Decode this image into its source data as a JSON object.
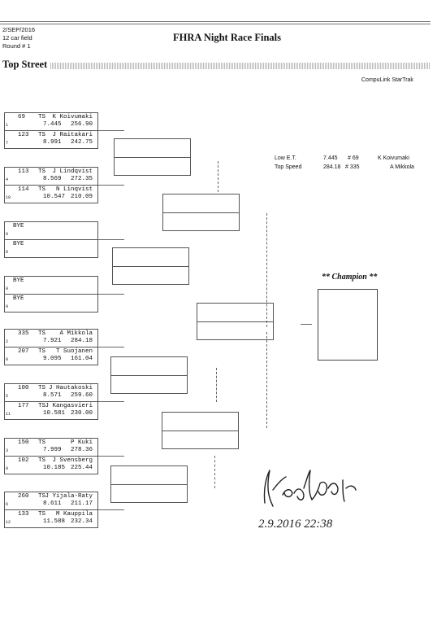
{
  "header": {
    "date": "2/SEP/2016",
    "field": "12 car field",
    "round": "Round # 1",
    "title": "FHRA Night Race Finals",
    "class_name": "Top Street",
    "system": "CompuLink StarTrak"
  },
  "pairs": [
    {
      "top": {
        "num": "69",
        "cls": "TS",
        "driver": "K Koivumaki",
        "et": "7.445",
        "mph": "256.90",
        "seed": "1"
      },
      "bot": {
        "num": "123",
        "cls": "TS",
        "driver": "J Raitakari",
        "et": "8.991",
        "mph": "242.75",
        "seed": "7"
      }
    },
    {
      "top": {
        "num": "113",
        "cls": "TS",
        "driver": "J Lindqvist",
        "et": "8.569",
        "mph": "272.35",
        "seed": "4"
      },
      "bot": {
        "num": "114",
        "cls": "TS",
        "driver": "N Linqvist",
        "et": "10.547",
        "mph": "210.09",
        "seed": "10"
      }
    },
    {
      "top": {
        "num": "BYE",
        "cls": "",
        "driver": "",
        "et": "",
        "mph": "",
        "seed": "0"
      },
      "bot": {
        "num": "BYE",
        "cls": "",
        "driver": "",
        "et": "",
        "mph": "",
        "seed": "0"
      }
    },
    {
      "top": {
        "num": "BYE",
        "cls": "",
        "driver": "",
        "et": "",
        "mph": "",
        "seed": "0"
      },
      "bot": {
        "num": "BYE",
        "cls": "",
        "driver": "",
        "et": "",
        "mph": "",
        "seed": "0"
      }
    },
    {
      "top": {
        "num": "335",
        "cls": "TS",
        "driver": "A Mikkola",
        "et": "7.921",
        "mph": "284.18",
        "seed": "2"
      },
      "bot": {
        "num": "207",
        "cls": "TS",
        "driver": "T Suojanen",
        "et": "9.095",
        "mph": "161.04",
        "seed": "8"
      }
    },
    {
      "top": {
        "num": "100",
        "cls": "TS",
        "driver": "J Hautakoski",
        "et": "8.571",
        "mph": "259.60",
        "seed": "5"
      },
      "bot": {
        "num": "177",
        "cls": "TS",
        "driver": "J Kangasvieri",
        "et": "10.581",
        "mph": "230.00",
        "seed": "11"
      }
    },
    {
      "top": {
        "num": "150",
        "cls": "TS",
        "driver": "P Kuki",
        "et": "7.999",
        "mph": "278.36",
        "seed": "3"
      },
      "bot": {
        "num": "102",
        "cls": "TS",
        "driver": "J Svensberg",
        "et": "10.185",
        "mph": "225.44",
        "seed": "9"
      }
    },
    {
      "top": {
        "num": "260",
        "cls": "TS",
        "driver": "J Yijala-Raty",
        "et": "8.611",
        "mph": "211.17",
        "seed": "6"
      },
      "bot": {
        "num": "133",
        "cls": "TS",
        "driver": "M Kauppila",
        "et": "11.588",
        "mph": "232.34",
        "seed": "12"
      }
    }
  ],
  "records": {
    "low_et": {
      "label": "Low  E.T.",
      "value": "7.445",
      "car": "# 69",
      "driver": "K Koivumaki"
    },
    "top_speed": {
      "label": "Top Speed",
      "value": "284.18",
      "car": "# 335",
      "driver": "A Mikkola"
    }
  },
  "champion_label": "** Champion **",
  "signature": {
    "text": "Kaj Alla fe",
    "datetime": "2.9.2016   22:38"
  }
}
